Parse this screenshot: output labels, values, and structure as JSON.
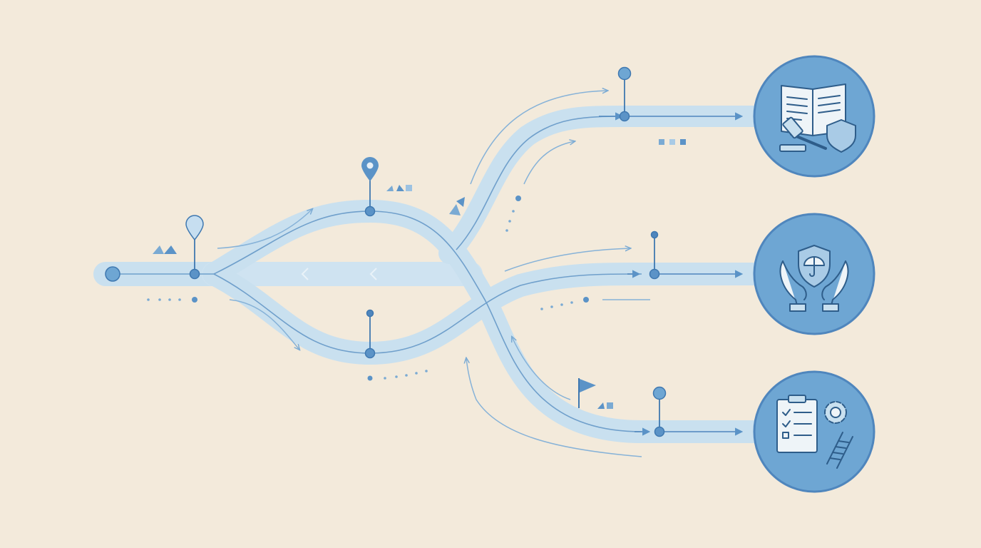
{
  "diagram": {
    "kind": "branching-pathway-flow",
    "colors": {
      "background": "#f3eadb",
      "road": "#c9e0ef",
      "line": "#5b93c7",
      "node": "#5b93c7",
      "circle_fill": "#6ea6d3",
      "circle_stroke": "#4f86bd",
      "icon_ink": "#2e5d8a",
      "icon_paper": "#eef4f8"
    },
    "start": {
      "icon": "start-dot"
    },
    "branches": [
      {
        "id": "top",
        "destination_icon": "law-book-gavel-shield-icon"
      },
      {
        "id": "middle",
        "destination_icon": "hands-protecting-shield-umbrella-icon"
      },
      {
        "id": "bottom",
        "destination_icon": "checklist-gear-ladder-icon"
      }
    ],
    "markers": [
      "map-pin-icon",
      "map-pin-icon",
      "flag-icon"
    ]
  }
}
